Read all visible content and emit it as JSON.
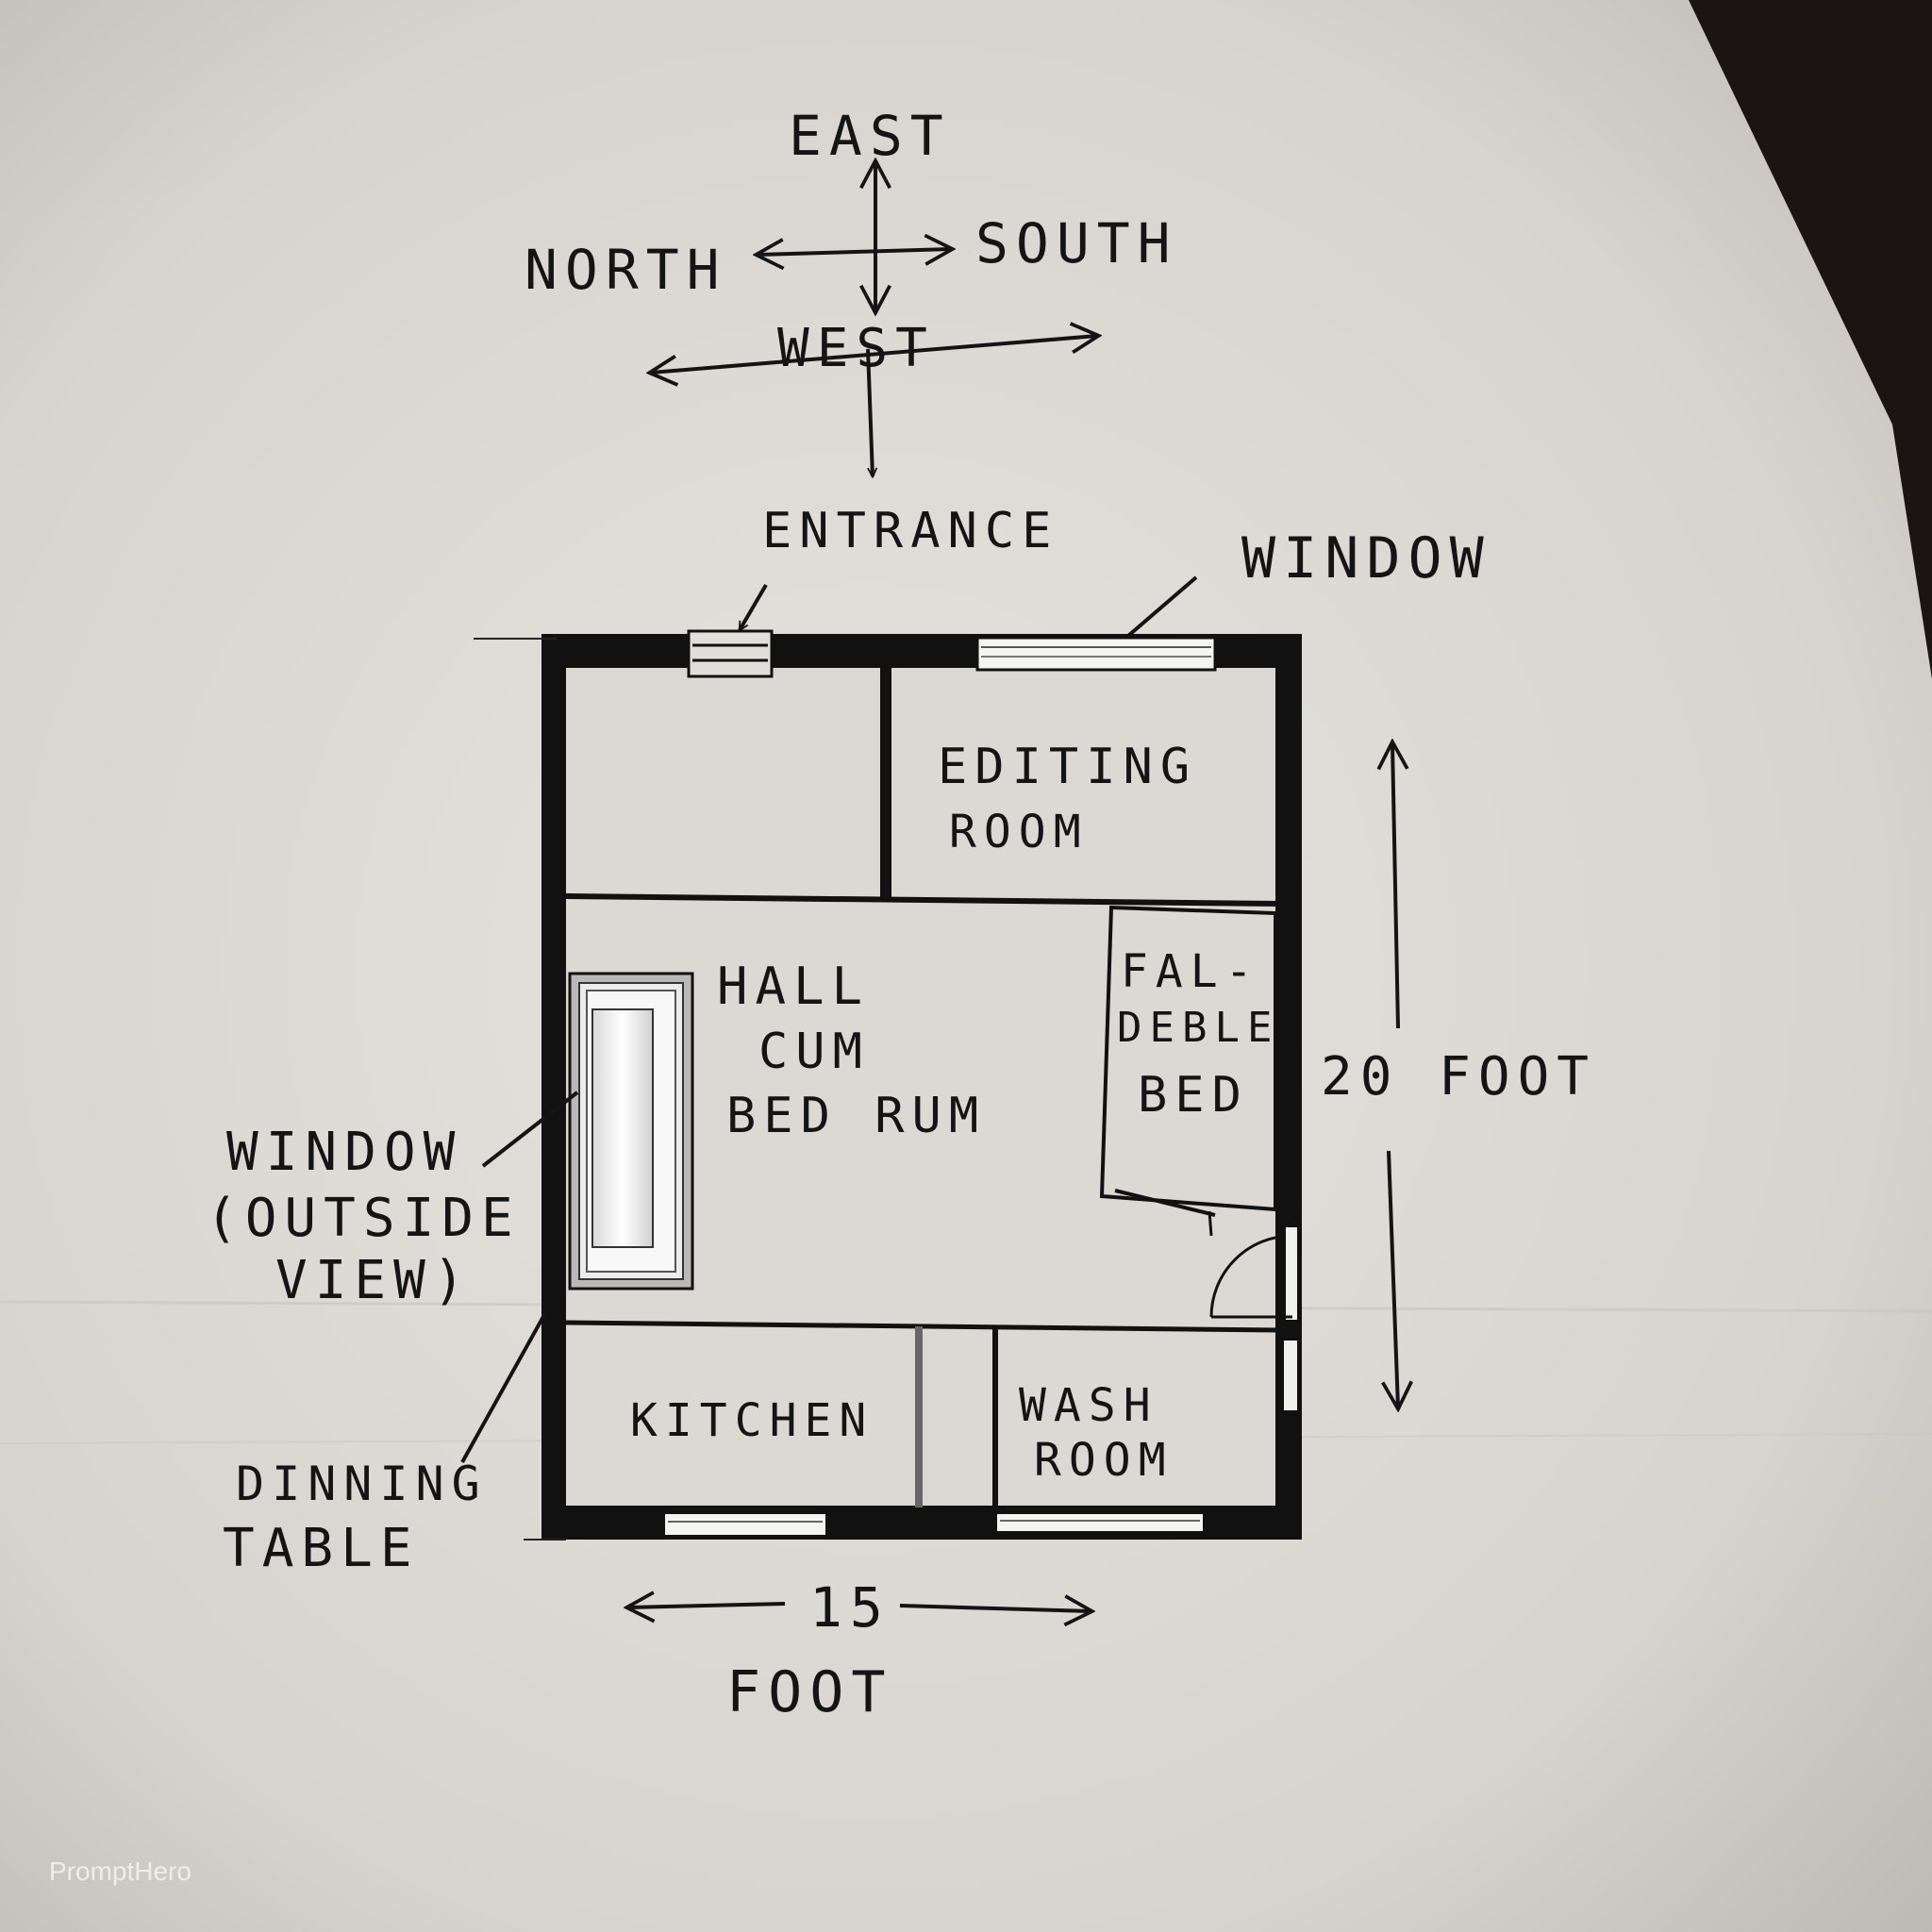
{
  "compass": {
    "east": "EAST",
    "north": "NORTH",
    "south": "SOUTH",
    "west": "WEST"
  },
  "labels": {
    "entrance": "ENTRANCE",
    "window_top": "WINDOW",
    "window_left": [
      "WINDOW",
      "(OUTSIDE",
      "VIEW)"
    ],
    "editing_room": [
      "EDITING",
      "ROOM"
    ],
    "hall": [
      "HALL",
      "CUM",
      "BED RUM"
    ],
    "foldable_bed": [
      "FAL-",
      "DEBLE",
      "BED"
    ],
    "kitchen": "KITCHEN",
    "wash_room": [
      "WASH",
      "ROOM"
    ],
    "dining_table": [
      "DINNING",
      "TABLE"
    ],
    "height_dim": "20 FOOT",
    "width_dim": [
      "15",
      "FOOT"
    ]
  },
  "watermark": "PromptHero"
}
